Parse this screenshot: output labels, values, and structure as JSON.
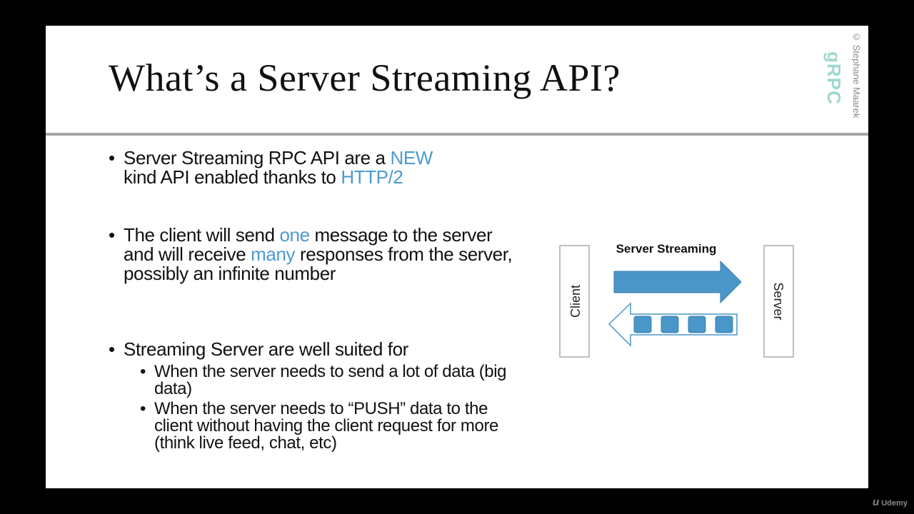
{
  "slide": {
    "title": "What’s a Server Streaming API?",
    "watermark": {
      "copyright": "© Stephane Maarek",
      "logo": "gRPC"
    },
    "bullets": [
      {
        "parts": [
          "Server Streaming RPC API are a ",
          "NEW",
          " kind API enabled thanks to ",
          "HTTP/2"
        ]
      },
      {
        "parts": [
          "The client will send ",
          "one",
          " message to the server and will receive ",
          "many",
          " responses from the server, possibly an infinite number"
        ]
      },
      {
        "text": "Streaming Server are well suited for",
        "sub": [
          "When the server needs to send a lot of data (big data)",
          "When the server needs to “PUSH” data to the client without having the client request for more (think live feed, chat, etc)"
        ]
      }
    ],
    "diagram": {
      "title": "Server Streaming",
      "client": "Client",
      "server": "Server",
      "stream_messages": 4,
      "accent": "#4a96c8"
    }
  },
  "branding": {
    "udemy": "Udemy"
  }
}
